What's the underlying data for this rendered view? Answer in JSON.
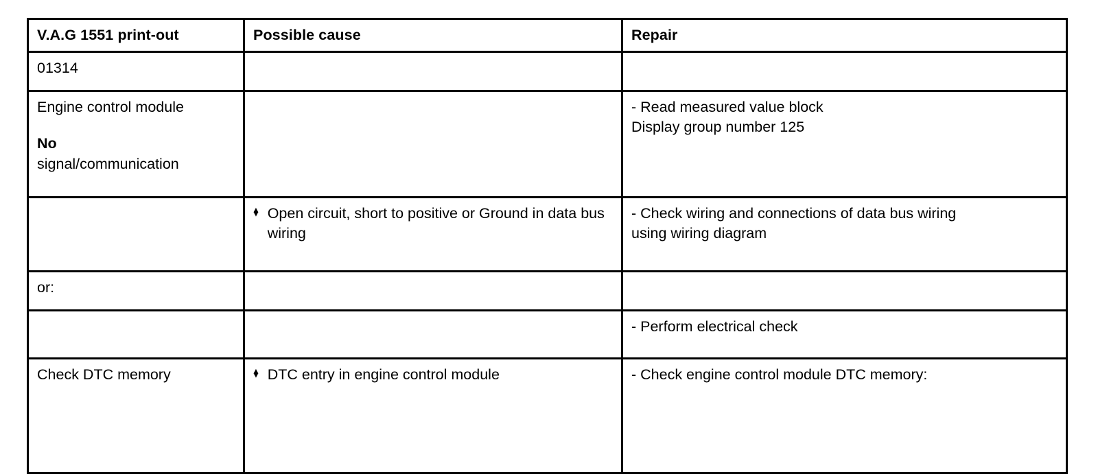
{
  "table": {
    "columns": [
      {
        "key": "print_out",
        "label": "V.A.G 1551 print-out"
      },
      {
        "key": "possible_cause",
        "label": "Possible cause"
      },
      {
        "key": "repair",
        "label": "Repair"
      }
    ],
    "bullet_glyph": "♦",
    "rows": [
      {
        "id": "row-code",
        "print_out": "01314",
        "possible_cause": "",
        "repair": ""
      },
      {
        "id": "row-module",
        "print_out_line1": "Engine control module",
        "print_out_line2": "No",
        "print_out_line3": "signal/communication",
        "possible_cause": "",
        "repair_line1": "- Read measured value block",
        "repair_line2": "Display group number 125"
      },
      {
        "id": "row-opencir",
        "print_out": "",
        "possible_cause_bullet": "Open circuit, short to positive or Ground in data bus wiring",
        "repair_line1": "- Check wiring and connections of data bus wiring",
        "repair_line2": "using wiring diagram"
      },
      {
        "id": "row-or",
        "print_out": "or:",
        "possible_cause": "",
        "repair": ""
      },
      {
        "id": "row-elec",
        "print_out": "",
        "possible_cause": "",
        "repair": "- Perform electrical check"
      },
      {
        "id": "row-dtc",
        "print_out": "Check DTC memory",
        "possible_cause_bullet": "DTC entry in engine control module",
        "repair": "- Check engine control module DTC memory:"
      }
    ]
  },
  "colors": {
    "border": "#000000",
    "text": "#000000",
    "background": "#ffffff"
  }
}
